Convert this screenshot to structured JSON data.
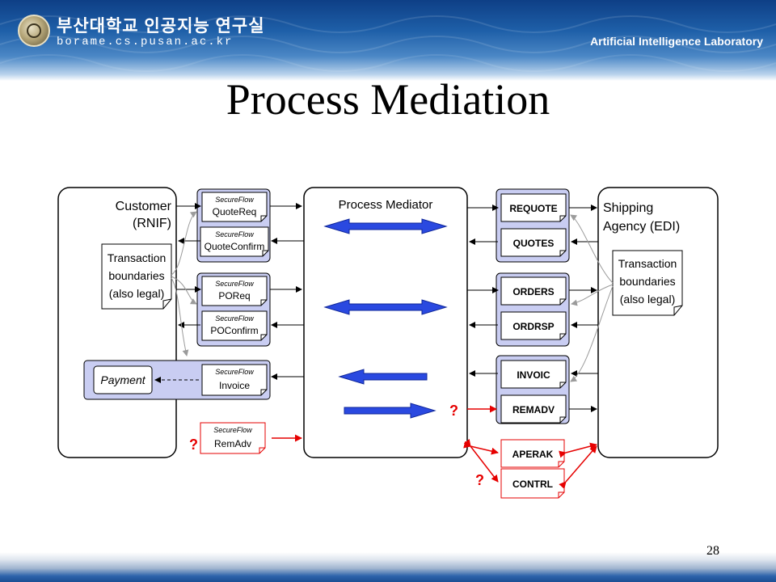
{
  "header": {
    "brand": "부산대학교 인공지능 연구실",
    "domain": "borame.cs.pusan.ac.kr",
    "lab": "Artificial Intelligence Laboratory"
  },
  "title": "Process Mediation",
  "page_number": "28",
  "diagram": {
    "customer_label_line1": "Customer",
    "customer_label_line2": "(RNIF)",
    "shipping_label_line1": "Shipping",
    "shipping_label_line2": "Agency (EDI)",
    "mediator_label": "Process Mediator",
    "transaction_note": [
      "Transaction",
      "boundaries",
      "(also legal)"
    ],
    "payment_label": "Payment",
    "secureflow_tag": "SecureFlow",
    "rnif_messages": [
      "QuoteReq",
      "QuoteConfirm",
      "POReq",
      "POConfirm",
      "Invoice",
      "RemAdv"
    ],
    "edi_messages": [
      "REQUOTE",
      "QUOTES",
      "ORDERS",
      "ORDRSP",
      "INVOIC",
      "REMADV",
      "APERAK",
      "CONTRL"
    ],
    "question_mark": "?",
    "colors": {
      "panel_fill": "#ffffff",
      "group_fill": "#c9cdf2",
      "blue_arrow": "#2a49e0",
      "red": "#e60000",
      "gray_arrow": "#9b9b9b"
    }
  }
}
